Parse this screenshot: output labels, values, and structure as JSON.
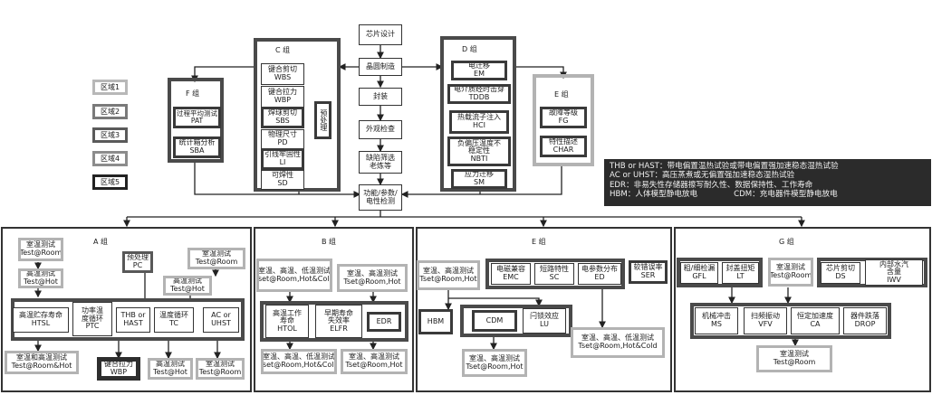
{
  "regions": [
    "区域1",
    "区域2",
    "区域3",
    "区域4",
    "区域5"
  ],
  "groups": {
    "A": "A 组",
    "B": "B 组",
    "C": "C 组",
    "D": "D 组",
    "E": "E 组",
    "F": "F 组",
    "G": "G 组",
    "H": "E 组"
  },
  "flow": [
    "芯片设计",
    "晶圆制造",
    "封装",
    "外观检查",
    "缺陷筛选\n老炼等",
    "功能/参数/\n电性检测"
  ],
  "c_group": [
    "键合剪切\nWBS",
    "键合拉力\nWBP",
    "焊球剪切\nSBS",
    "物理尺寸\nPD",
    "引线牢固性\nLI",
    "可焊性\nSD"
  ],
  "c_pre": "预处理",
  "d_group": [
    "电迁移\nEM",
    "电介质经时击穿\nTDDB",
    "热载流子注入\nHCI",
    "负偏压温度不\n稳定性\nNBTI",
    "应力迁移\nSM"
  ],
  "e_group": [
    "故障等级\nFG",
    "特性描述\nCHAR"
  ],
  "f_group": [
    "过程平均测试\nPAT",
    "统计箱分析\nSBA"
  ],
  "note": [
    "THB or HAST：带电偏置温热试验或带电偏置强加速稳态湿热试验",
    "AC or UHST：高压蒸煮或无偏置强加速稳态湿热试验",
    "EDR：非易失性存储器擦写耐久性、数据保持性、工作寿命",
    "HBM：人体模型静电放电",
    "CDM：充电器件模型静电放电"
  ],
  "a_group": {
    "room1": "室温测试\nTest@Room",
    "hot1": "高温测试\nTest@Hot",
    "pc": "预处理\nPC",
    "room2": "室温测试\nTest@Room",
    "hot2": "高温测试\nTest@Hot",
    "htsl": "高温贮存寿命\nHTSL",
    "ptc": "功率温\n度循环\nPTC",
    "thb": "THB or\nHAST",
    "tc": "温度循环\nTC",
    "ac": "AC or\nUHST",
    "roomhot": "室温和高温测试\nTest@Room&Hot",
    "wbp": "键合拉力\nWBP",
    "hot3": "高温测试\nTest@Hot",
    "room3": "室温测试\nTest@Room"
  },
  "b_group": {
    "rhc": "室温、高温、低温测试\nTset@Room,Hot&Cold",
    "rh": "室温、高温测试\nTset@Room,Hot",
    "htol": "高温工作\n寿命\nHTOL",
    "elfr": "早期寿命\n失效率\nELFR",
    "edr": "EDR",
    "rhc2": "室温、高温、低温测试\nTset@Room,Hot&Cold",
    "rh2": "室温、高温测试\nTset@Room,Hot"
  },
  "e2_group": {
    "rh": "室温、高温测试\nTset@Room,Hot",
    "emc": "电磁兼容\nEMC",
    "sc": "短路特性\nSC",
    "ed": "电参数分布\nED",
    "ser": "软错误率\nSER",
    "hbm": "HBM",
    "cdm": "CDM",
    "lu": "闩锁效应\nLU",
    "rh2": "室温、高温测试\nTset@Room,Hot",
    "rhc": "室温、高温、低温测试\nTset@Room,Hot&Cold"
  },
  "g_group": {
    "gfl": "粗/细检漏\nGFL",
    "lt": "封盖扭矩\nLT",
    "room": "室温测试\nTest@Room",
    "ds": "芯片剪切\nDS",
    "iwv": "内部水汽\n含量\nIWV",
    "ms": "机械冲击\nMS",
    "vfv": "扫频振动\nVFV",
    "ca": "恒定加速度\nCA",
    "drop": "器件跌落\nDROP",
    "room2": "室温测试\nTest@Room"
  }
}
